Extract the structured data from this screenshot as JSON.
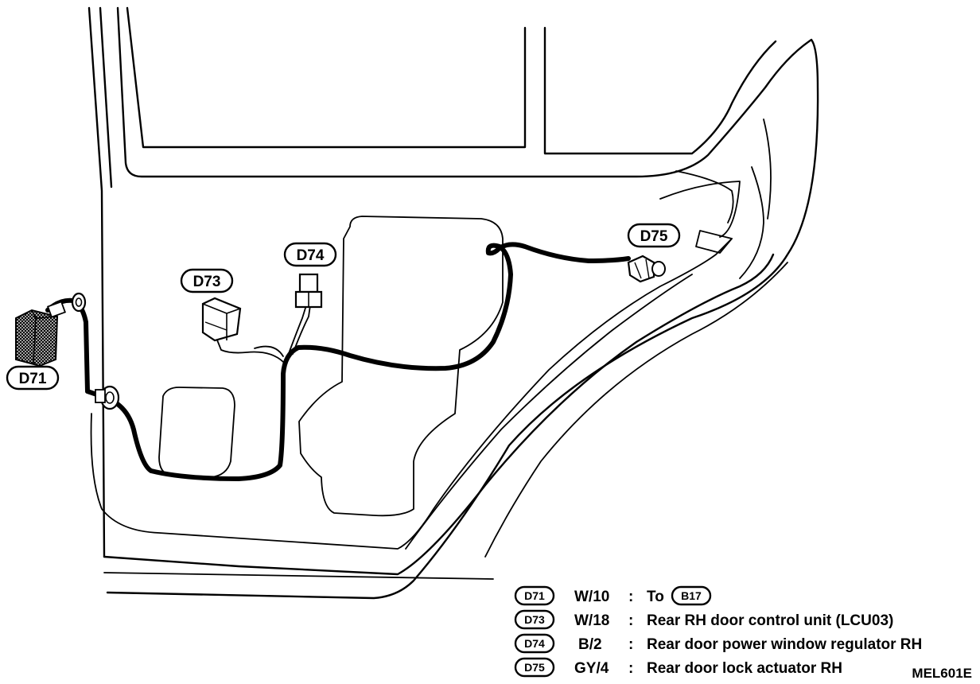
{
  "connectors": {
    "d71": "D71",
    "d73": "D73",
    "d74": "D74",
    "d75": "D75"
  },
  "legend": [
    {
      "badge": "D71",
      "code": "W/10",
      "sep": ":",
      "desc_prefix": "To",
      "desc_badge": "B17",
      "desc": ""
    },
    {
      "badge": "D73",
      "code": "W/18",
      "sep": ":",
      "desc_prefix": "",
      "desc_badge": "",
      "desc": "Rear RH door control unit (LCU03)"
    },
    {
      "badge": "D74",
      "code": "B/2",
      "sep": ":",
      "desc_prefix": "",
      "desc_badge": "",
      "desc": "Rear door power window regulator RH"
    },
    {
      "badge": "D75",
      "code": "GY/4",
      "sep": ":",
      "desc_prefix": "",
      "desc_badge": "",
      "desc": "Rear door lock actuator RH"
    }
  ],
  "figure_ref": "MEL601E"
}
